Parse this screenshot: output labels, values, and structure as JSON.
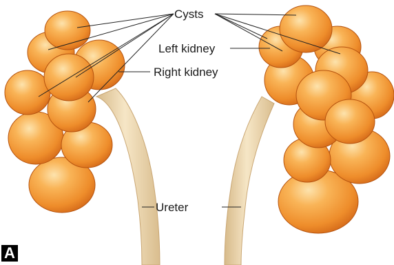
{
  "figure": {
    "panel_letter": "A",
    "labels": {
      "cysts": "Cysts",
      "left_kidney": "Left kidney",
      "right_kidney": "Right kidney",
      "ureter": "Ureter"
    }
  },
  "colors": {
    "cyst_light": "#fcd28a",
    "cyst_mid": "#f5a03c",
    "cyst_dark": "#d9701c",
    "cyst_outline": "#b5530f",
    "ureter_light": "#f6e6c6",
    "ureter_dark": "#d7ba8a",
    "badge": "#000000"
  }
}
